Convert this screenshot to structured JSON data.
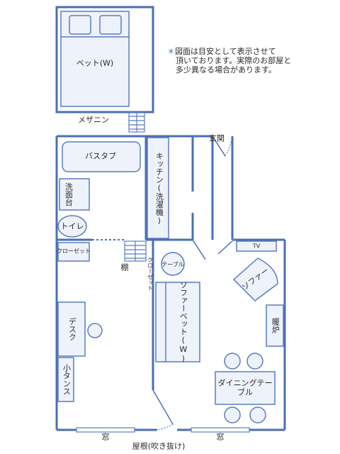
{
  "note": {
    "mark": "＊",
    "lines": [
      "図面は目安として表示させて",
      "頂いております。実際のお部屋と",
      "多少異なる場合があります。"
    ]
  },
  "labels": {
    "bed": "ベット(W)",
    "mezzanine": "メザニン",
    "entrance": "玄関",
    "bathtub": "バスタブ",
    "washbasin": "洗面台",
    "toilet": "トイレ",
    "kitchen": "キッチン(洗濯機)",
    "closet": "クローゼット",
    "shelf": "棚",
    "closet_small": "クローゼット",
    "table": "テーブル",
    "tv": "TV",
    "sofa": "ソファー",
    "sofa_bed": "ソファーベット(W)",
    "heater": "暖炉",
    "desk": "デスク",
    "small_chest": "小タンス",
    "dining_table": "ダイニングテーブル",
    "window_left": "窓",
    "window_right": "窓",
    "roof": "屋根(吹き抜け)"
  },
  "colors": {
    "wall": "#4a6fb5",
    "fixture_fill": "#eef2fa",
    "fixture_stroke": "#5a7cc0",
    "door": "#4a6fb5"
  }
}
